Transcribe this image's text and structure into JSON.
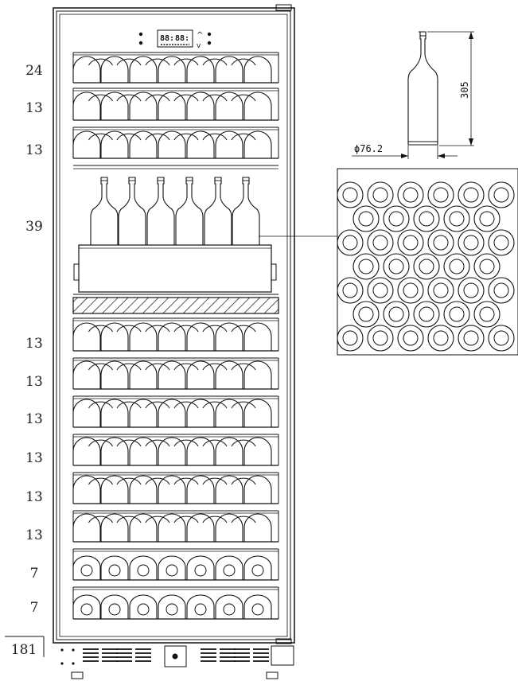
{
  "shelf_counts": [
    {
      "id": "row-1",
      "value": "24"
    },
    {
      "id": "row-2",
      "value": "13"
    },
    {
      "id": "row-3",
      "value": "13"
    },
    {
      "id": "display-zone",
      "value": "39"
    },
    {
      "id": "row-5",
      "value": "13"
    },
    {
      "id": "row-6",
      "value": "13"
    },
    {
      "id": "row-7",
      "value": "13"
    },
    {
      "id": "row-8",
      "value": "13"
    },
    {
      "id": "row-9",
      "value": "13"
    },
    {
      "id": "row-10",
      "value": "13"
    },
    {
      "id": "row-11",
      "value": "7"
    },
    {
      "id": "row-12",
      "value": "7"
    }
  ],
  "total_bottles": "181",
  "bottle_height": "305",
  "bottle_diameter": "ϕ76.2",
  "control_panel": {
    "display_left": "88:",
    "display_right": "88:"
  }
}
